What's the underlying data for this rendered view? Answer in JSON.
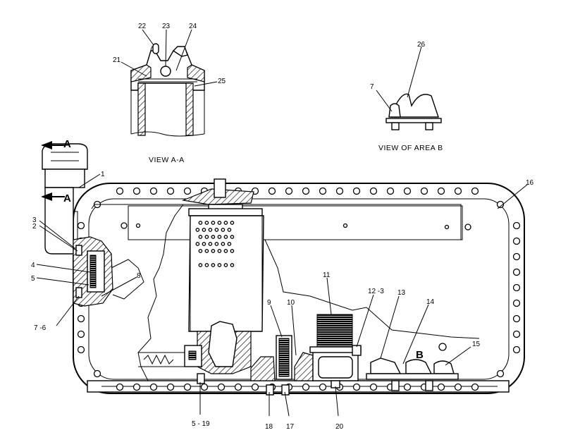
{
  "captions": {
    "view_a": "VIEW  A-A",
    "view_b": "VIEW  OF  AREA  B",
    "arrow_letter": "A",
    "area_letter": "B"
  },
  "callouts": {
    "c1": "1",
    "c2": "2",
    "c3": "3",
    "c4": "4",
    "c5": "5",
    "c7_6": "7 -6",
    "c8": "8",
    "c9": "9",
    "c10": "10",
    "c11": "11",
    "c12_3": "12 -3",
    "c13": "13",
    "c14": "14",
    "c15": "15",
    "c16": "16",
    "c17": "17",
    "c18": "18",
    "c20": "20",
    "c5_19": "5 - 19",
    "c21": "21",
    "c22": "22",
    "c23": "23",
    "c24": "24",
    "c25": "25",
    "c26": "26",
    "c7b": "7"
  }
}
